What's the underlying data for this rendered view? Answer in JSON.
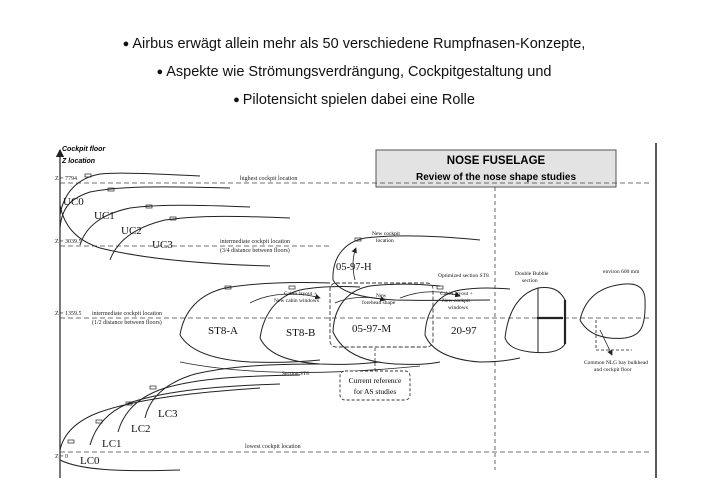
{
  "bullets": [
    "Airbus erwägt allein mehr als 50 verschiedene Rumpfnasen-Konzepte,",
    "Aspekte wie Strömungsverdrängung, Cockpitgestaltung und",
    "Pilotensicht spielen dabei eine Rolle"
  ],
  "figure": {
    "title": "NOSE FUSELAGE",
    "subtitle": "Review of the nose shape studies",
    "axis_label_1": "Cockpit floor",
    "axis_label_2": "Z location",
    "levels": {
      "highest": "Z = 7794",
      "upper_intermediate": "Z = 3039.5",
      "lower_intermediate": "Z = 1359.5",
      "lowest": "Z = 0"
    },
    "line_labels": {
      "highest": "highest cockpit location",
      "upper_intermediate_1": "intermediate cockpit location",
      "upper_intermediate_2": "(3/4 distance between floors)",
      "lower_intermediate_1": "intermediate cockpit location",
      "lower_intermediate_2": "(1/2 distance between floors)",
      "lowest": "lowest cockpit location"
    },
    "shapes": {
      "uc0": "UC0",
      "uc1": "UC1",
      "uc2": "UC2",
      "uc3": "UC3",
      "lc0": "LC0",
      "lc1": "LC1",
      "lc2": "LC2",
      "lc3": "LC3",
      "st8a": "ST8-A",
      "st8b": "ST8-B",
      "h": "05-97-H",
      "m": "05-97-M",
      "n20": "20-97"
    },
    "notes": {
      "new_cockpit_1": "New cockpit",
      "new_cockpit_2": "location",
      "cabin_new_win_1": "Cabin layout +",
      "cabin_new_win_2": "New cabin windows",
      "forehead_1": "New",
      "forehead_2": "forehead shape",
      "optimized": "Optimized section ST8",
      "cabin_cockpit_1": "Cabin layout +",
      "cabin_cockpit_2": "New cockpit",
      "cabin_cockpit_3": "windows",
      "double_bubble_1": "Double Bubble",
      "double_bubble_2": "section",
      "environ_600": "environ 600 mm",
      "common_nlg_1": "Common NLG bay bulkhead",
      "common_nlg_2": "and cockpit floor",
      "section_st8": "Section ST8",
      "current_ref_1": "Current reference",
      "current_ref_2": "for AS studies"
    }
  }
}
